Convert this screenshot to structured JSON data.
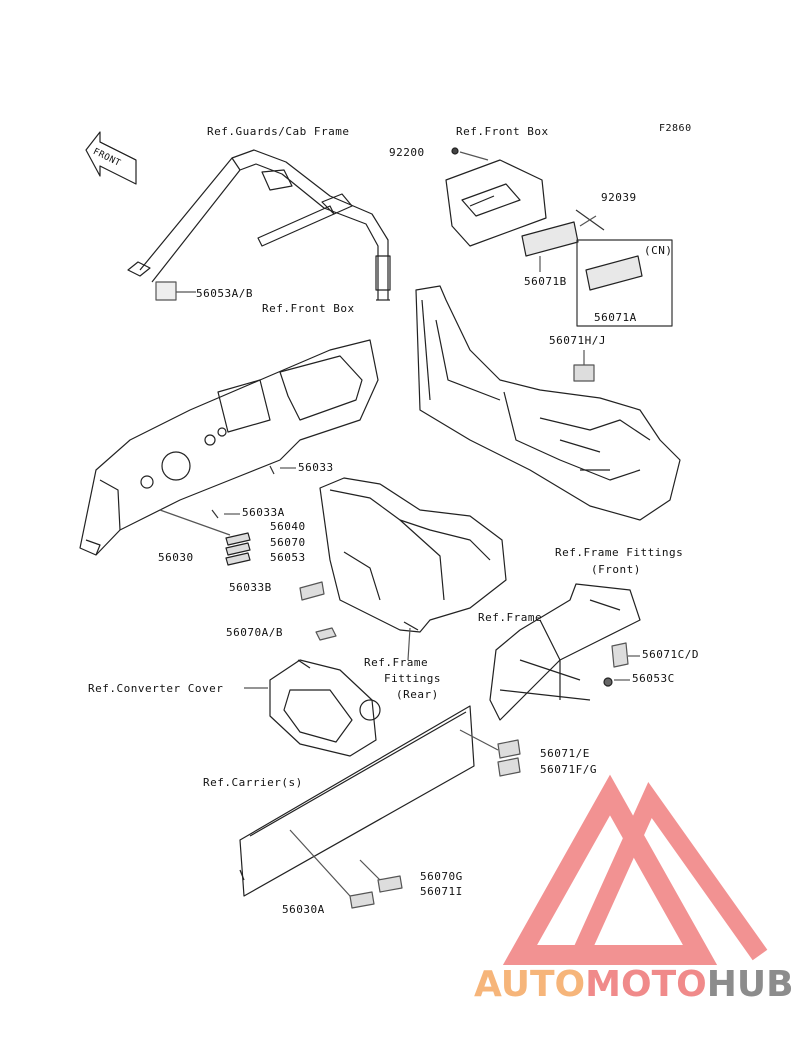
{
  "figure_code": "F2860",
  "front_arrow": "FRONT",
  "refs": {
    "guards_cab_frame": "Ref.Guards/Cab Frame",
    "front_box_top": "Ref.Front Box",
    "front_box_mid": "Ref.Front Box",
    "frame_fittings_front_1": "Ref.Frame Fittings",
    "frame_fittings_front_2": "(Front)",
    "frame": "Ref.Frame",
    "frame_fittings_rear_1": "Ref.Frame",
    "frame_fittings_rear_2": "Fittings",
    "frame_fittings_rear_3": "(Rear)",
    "converter_cover": "Ref.Converter Cover",
    "carriers": "Ref.Carrier(s)"
  },
  "parts": {
    "p92200": "92200",
    "p92039": "92039",
    "p56071B": "56071B",
    "pCN": "(CN)",
    "p56071A": "56071A",
    "p56053AB": "56053A/B",
    "p56071HJ": "56071H/J",
    "p56033": "56033",
    "p56033A": "56033A",
    "p56040": "56040",
    "p56070": "56070",
    "p56030": "56030",
    "p56053": "56053",
    "p56033B": "56033B",
    "p56070AB": "56070A/B",
    "p56071CD": "56071C/D",
    "p56053C": "56053C",
    "p56071E": "56071/E",
    "p56071FG": "56071F/G",
    "p56070G": "56070G",
    "p56071I": "56071I",
    "p56030A": "56030A"
  },
  "watermark": {
    "part1": "AUTO",
    "part2": "MOTO",
    "part3": "HUB",
    "colors": {
      "auto": "#f6b57a",
      "moto": "#f08a8a",
      "hub": "#8c8c8c",
      "logo": "#f08080"
    }
  }
}
